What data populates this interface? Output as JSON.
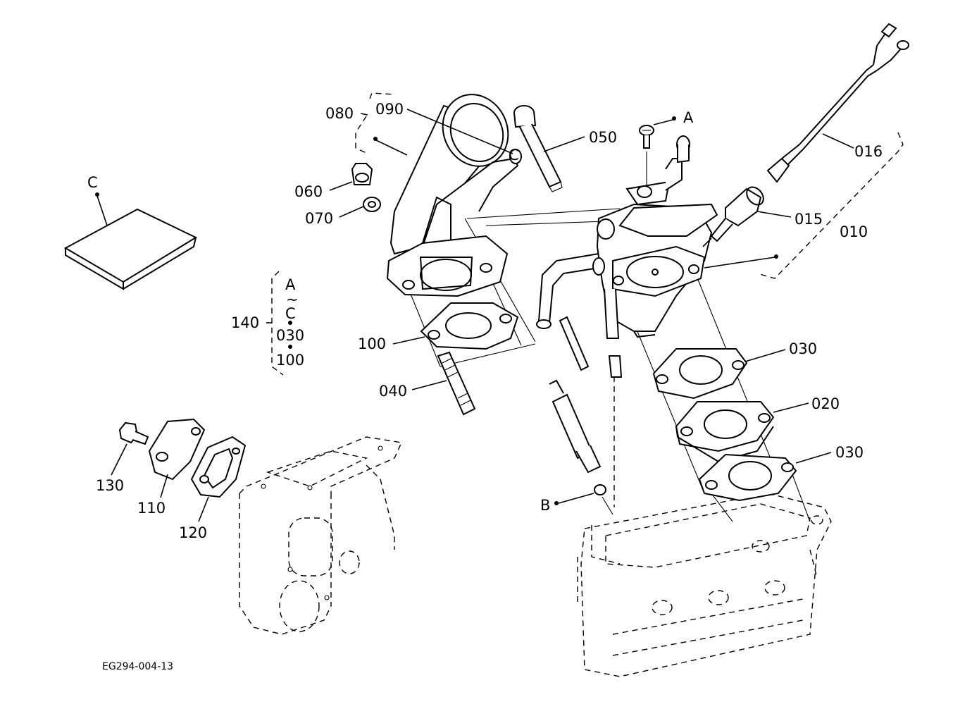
{
  "callouts": [
    {
      "id": "080",
      "text": "080"
    },
    {
      "id": "090",
      "text": "090"
    },
    {
      "id": "050",
      "text": "050"
    },
    {
      "id": "060",
      "text": "060"
    },
    {
      "id": "070",
      "text": "070"
    },
    {
      "id": "100",
      "text": "100"
    },
    {
      "id": "040",
      "text": "040"
    },
    {
      "id": "140",
      "text": "140"
    },
    {
      "id": "016",
      "text": "016"
    },
    {
      "id": "015",
      "text": "015"
    },
    {
      "id": "010",
      "text": "010"
    },
    {
      "id": "030a",
      "text": "030"
    },
    {
      "id": "020",
      "text": "020"
    },
    {
      "id": "030b",
      "text": "030"
    },
    {
      "id": "130",
      "text": "130"
    },
    {
      "id": "110",
      "text": "110"
    },
    {
      "id": "120",
      "text": "120"
    }
  ],
  "refs": {
    "a": "A",
    "b": "B",
    "c": "C",
    "c_mark": "C"
  },
  "kit_list": {
    "from": "A",
    "tilde": "~",
    "to": "C",
    "item1": "030",
    "item2": "100"
  },
  "drawing_code": "EG294-004-13"
}
